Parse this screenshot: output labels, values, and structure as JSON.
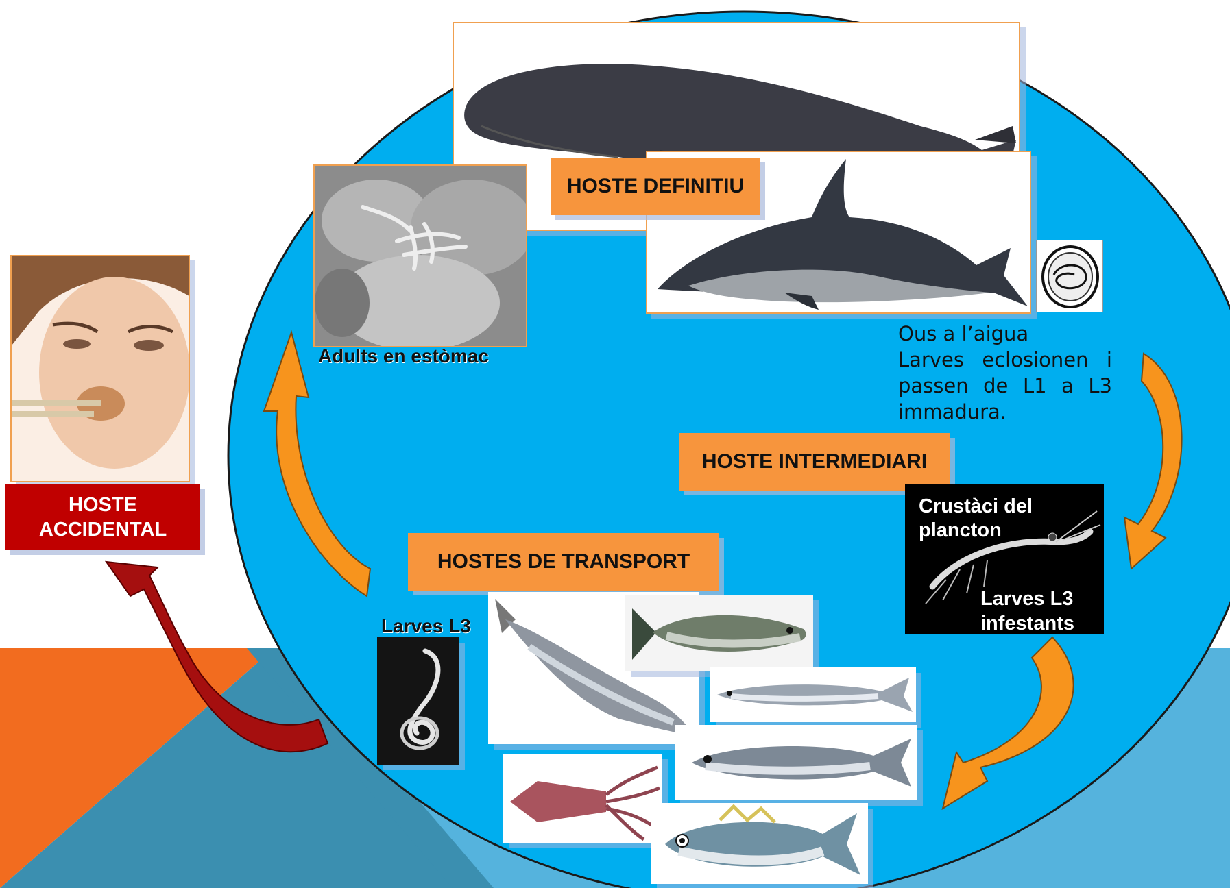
{
  "labels": {
    "definitive_host": "HOSTE DEFINITIU",
    "intermediate_host": "HOSTE INTERMEDIARI",
    "transport_hosts": "HOSTES DE TRANSPORT",
    "accidental_host_line1": "HOSTE",
    "accidental_host_line2": "ACCIDENTAL"
  },
  "captions": {
    "adults_stomach": "Adults en estòmac",
    "eggs_line1": "Ous a l’aigua",
    "eggs_line2": "Larves eclosionen i",
    "eggs_line3": "passen de L1 a L3",
    "eggs_line4": "immadura.",
    "crustacean_line1": "Crustàci del",
    "crustacean_line2": "plancton",
    "larvae_infective_line1": "Larves L3",
    "larvae_infective_line2": "infestants",
    "larvae_l3": "Larves L3"
  },
  "colors": {
    "circle": "#00aeef",
    "label_orange": "#f7953d",
    "accidental_red": "#c00000",
    "arrow_orange": "#f7941d",
    "arrow_dark_red": "#a50f0f",
    "bg_orange": "#f26c1f",
    "bg_teal": "#3b8fb0",
    "bg_light_blue": "#55b3dd"
  },
  "icons": {
    "whale": "sperm-whale-illustration",
    "dolphin": "dolphin-illustration",
    "egg": "nematode-egg-illustration",
    "woman": "woman-eating-photo",
    "krill": "krill-photo",
    "larva": "l3-larva-photo",
    "squid": "squid-photo"
  }
}
